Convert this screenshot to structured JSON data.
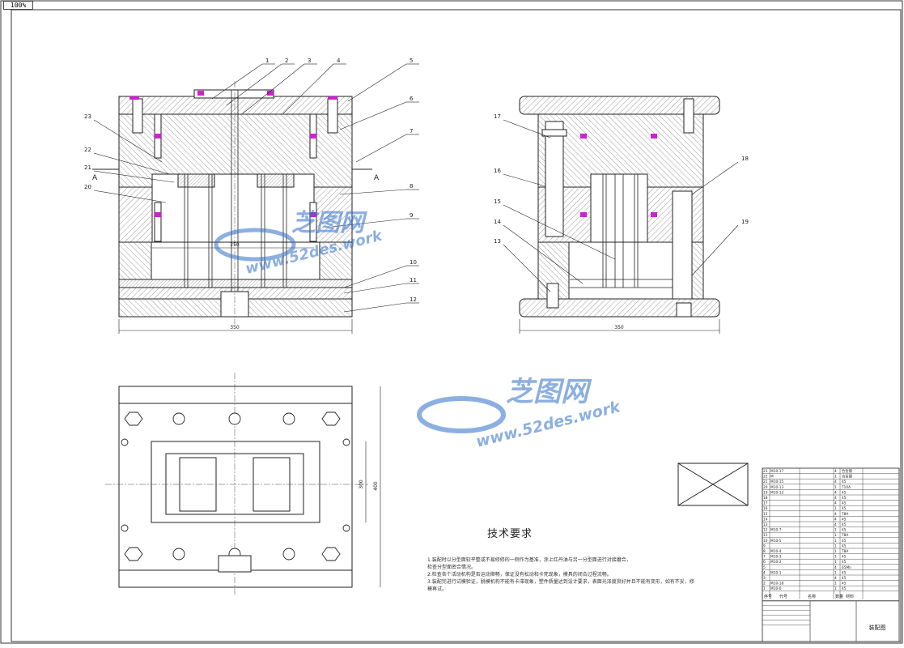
{
  "sheet": {
    "tab_label": "100%",
    "section_mark": "A"
  },
  "main_view": {
    "part_numbers": [
      "1",
      "2",
      "3",
      "4",
      "5",
      "6",
      "7",
      "8",
      "9",
      "10",
      "11",
      "12"
    ],
    "left_part_numbers": [
      "23",
      "22",
      "21",
      "20"
    ],
    "dim_bottom": "350",
    "dim_inner": "250"
  },
  "side_view": {
    "left_part_numbers": [
      "17",
      "16",
      "15",
      "14",
      "13"
    ],
    "right_part_numbers": [
      "18",
      "19"
    ],
    "dim_bottom": "350"
  },
  "plan_view": {
    "dim_right_inner": "300",
    "dim_right_outer": "400"
  },
  "tech_requirements": {
    "title": "技术要求",
    "items": [
      "1.装配时以分型面较平整或不易修修的一侧作为基准，涂上红丹油与另一分型面进行对接磨合，",
      "检查分型面密合情况。",
      "2.检查各个活动机构是否运动顺畅，保证没有松动和卡死现象，模具的闭合过程流畅。",
      "3.装配完进行试模验证，脱模机构不能有卡滞现象，塑件质量达到设计要求，表面光泽度良好并且不能有变形，如有不妥，修模再试。"
    ]
  },
  "watermark": {
    "brand": "芝图网",
    "url": "www.52des.work",
    "color": "#2f6fc9"
  },
  "bom": {
    "rows": [
      [
        "23",
        "M10-17",
        "",
        "4",
        "合金钢"
      ],
      [
        "22",
        "M",
        "",
        "1",
        "合金钢"
      ],
      [
        "21",
        "M10-15",
        "",
        "4",
        "45"
      ],
      [
        "20",
        "M10-13",
        "",
        "1",
        "T10A"
      ],
      [
        "19",
        "M10-12",
        "",
        "4",
        "45"
      ],
      [
        "18",
        "",
        "",
        "4",
        "45"
      ],
      [
        "17",
        "",
        "",
        "4",
        "45"
      ],
      [
        "16",
        "",
        "",
        "1",
        "45"
      ],
      [
        "15",
        "",
        "",
        "4",
        "T8A"
      ],
      [
        "14",
        "",
        "",
        "4",
        "45"
      ],
      [
        "13",
        "",
        "",
        "4",
        "45"
      ],
      [
        "12",
        "M10-7",
        "",
        "1",
        "45"
      ],
      [
        "11",
        "",
        "",
        "1",
        "T8A"
      ],
      [
        "10",
        "M10-5",
        "",
        "1",
        "45"
      ],
      [
        "9",
        "",
        "",
        "1",
        "45"
      ],
      [
        "8",
        "M10-4",
        "",
        "1",
        "T8A"
      ],
      [
        "7",
        "M10-3",
        "",
        "1",
        "45"
      ],
      [
        "6",
        "M10-2",
        "",
        "1",
        "45"
      ],
      [
        "5",
        "",
        "",
        "4",
        "65Mn"
      ],
      [
        "4",
        "M10-1",
        "",
        "1",
        "45"
      ],
      [
        "3",
        "",
        "",
        "4",
        "45"
      ],
      [
        "2",
        "M10-18",
        "",
        "1",
        "45"
      ],
      [
        "1",
        "M10-0",
        "",
        "1",
        "45"
      ]
    ],
    "header": [
      "序号",
      "代号",
      "名称",
      "数量",
      "材料"
    ],
    "drawing_title": "装配图"
  }
}
